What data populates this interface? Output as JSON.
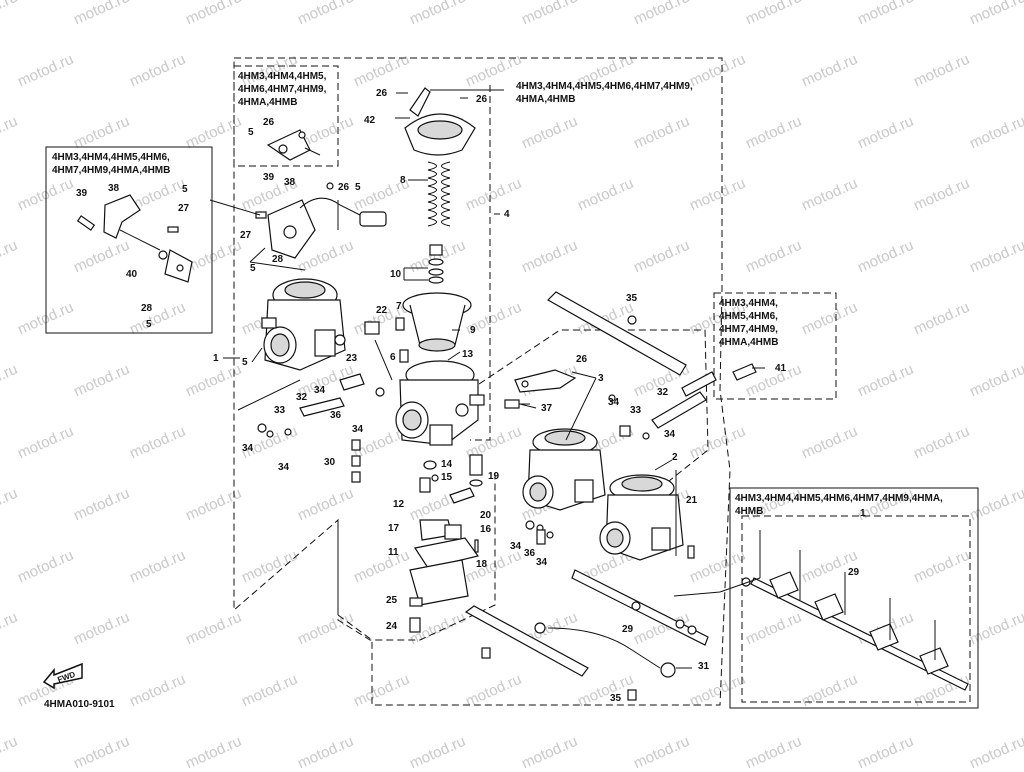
{
  "watermark": "motod.ru",
  "document_id": "4HMA010-9101",
  "fwd_label": "FWD",
  "captions": {
    "top_left_box": "4HM3,4HM4,4HM5,\n4HM6,4HM7,4HM9,\n4HMA,4HMB",
    "left_box": "4HM3,4HM4,4HM5,4HM6,\n4HM7,4HM9,4HMA,4HMB",
    "top_right": "4HM3,4HM4,4HM5,4HM6,4HM7,4HM9,\n4HMA,4HMB",
    "right_box": "4HM3,4HM4,\n4HM5,4HM6,\n4HM7,4HM9,\n4HMA,4HMB",
    "bottom_right_box": "4HM3,4HM4,4HM5,4HM6,4HM7,4HM9,4HMA,\n4HMB"
  },
  "callouts": {
    "c1a": "1",
    "c1b": "1",
    "c2": "2",
    "c3": "3",
    "c4": "4",
    "c5a": "5",
    "c5b": "5",
    "c5c": "5",
    "c5d": "5",
    "c5e": "5",
    "c5f": "5",
    "c6": "6",
    "c7": "7",
    "c8": "8",
    "c9": "9",
    "c10": "10",
    "c11": "11",
    "c12": "12",
    "c13": "13",
    "c14": "14",
    "c15": "15",
    "c16": "16",
    "c17": "17",
    "c18": "18",
    "c19": "19",
    "c20": "20",
    "c21": "21",
    "c22": "22",
    "c23": "23",
    "c24": "24",
    "c25": "25",
    "c26a": "26",
    "c26b": "26",
    "c26c": "26",
    "c26d": "26",
    "c26e": "26",
    "c27a": "27",
    "c27b": "27",
    "c28a": "28",
    "c28b": "28",
    "c29a": "29",
    "c29b": "29",
    "c30": "30",
    "c31": "31",
    "c32a": "32",
    "c32b": "32",
    "c33a": "33",
    "c33b": "33",
    "c34a": "34",
    "c34b": "34",
    "c34c": "34",
    "c34d": "34",
    "c34e": "34",
    "c34f": "34",
    "c34g": "34",
    "c34h": "34",
    "c35a": "35",
    "c35b": "35",
    "c36a": "36",
    "c36b": "36",
    "c37": "37",
    "c38a": "38",
    "c38b": "38",
    "c39a": "39",
    "c39b": "39",
    "c40": "40",
    "c41": "41",
    "c42": "42"
  }
}
